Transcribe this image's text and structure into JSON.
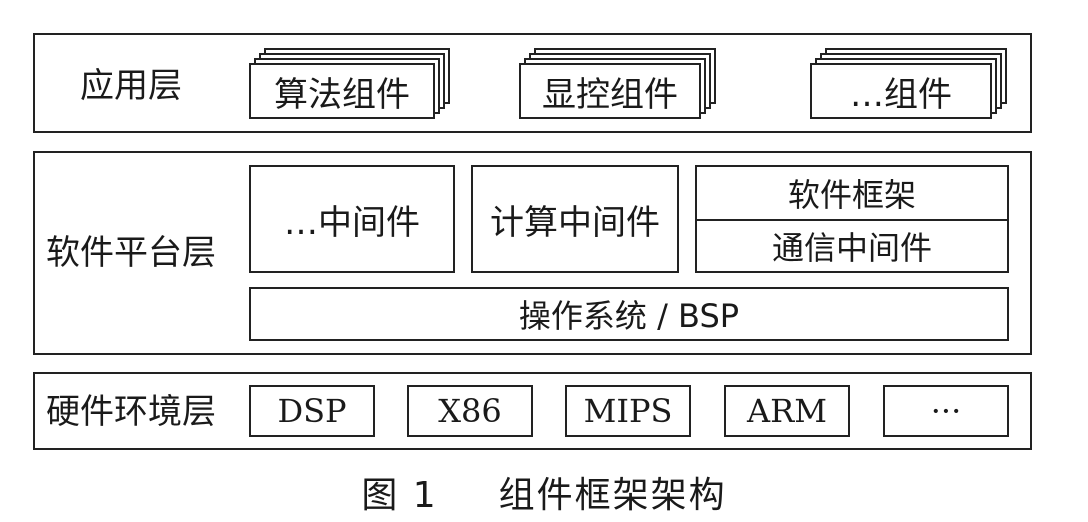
{
  "application_layer": {
    "label": "应用层",
    "components": [
      "算法组件",
      "显控组件",
      "…组件"
    ]
  },
  "software_platform_layer": {
    "label": "软件平台层",
    "other_middleware": "…中间件",
    "compute_middleware": "计算中间件",
    "software_framework": "软件框架",
    "communication_middleware": "通信中间件",
    "os_bsp": "操作系统 / BSP"
  },
  "hardware_layer": {
    "label": "硬件环境层",
    "platforms": [
      "DSP",
      "X86",
      "MIPS",
      "ARM",
      "···"
    ]
  },
  "caption": {
    "figure_number": "图 1",
    "title": "组件框架架构"
  }
}
